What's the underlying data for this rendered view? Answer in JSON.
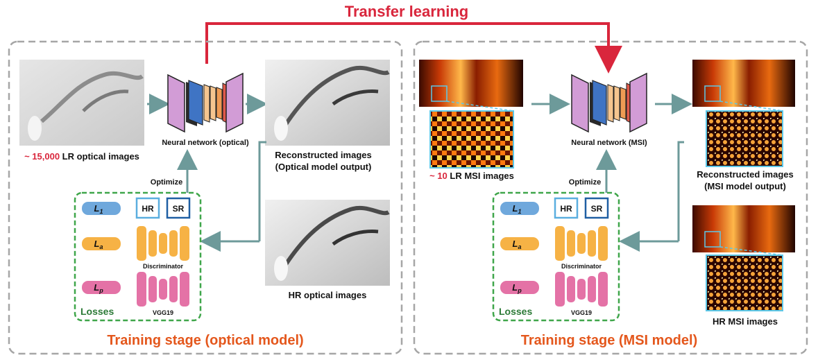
{
  "title": "Transfer learning",
  "colors": {
    "transfer": "#d9263c",
    "stage": "#e4571c",
    "arrow": "#6d9a9a",
    "losses_border": "#3fa64a",
    "losses_text": "#2c7a37",
    "count": "#d9263c",
    "l1": "#6fa8dc",
    "la": "#f6b245",
    "lp": "#e472a6",
    "hr_box": "#5aaedf",
    "sr_box": "#1f5fa3",
    "nn_outer": "#d29cd6",
    "nn_blue": "#3f74c4",
    "nn_peach": "#f5c58f",
    "nn_orange": "#ef9b54",
    "nn_red": "#e05a4b"
  },
  "optical": {
    "stage_label": "Training stage (optical model)",
    "input_count": "~ 15,000",
    "input_label": " LR optical images",
    "network_label": "Neural network (optical)",
    "recon_line1": "Reconstructed  images",
    "recon_line2": "(Optical model output)",
    "hr_label": "HR optical images",
    "optimize": "Optimize",
    "losses_title": "Losses",
    "loss_l1": "L",
    "loss_l1_sub": "1",
    "loss_la": "L",
    "loss_la_sub": "a",
    "loss_lp": "L",
    "loss_lp_sub": "p",
    "hr_box": "HR",
    "sr_box": "SR",
    "discriminator": "Discriminator",
    "vgg": "VGG19"
  },
  "msi": {
    "stage_label": "Training stage (MSI model)",
    "input_count": "~ 10",
    "input_label": " LR MSI images",
    "network_label": "Neural network (MSI)",
    "recon_line1": "Reconstructed  images",
    "recon_line2": "(MSI model output)",
    "hr_label": "HR MSI images",
    "optimize": "Optimize",
    "losses_title": "Losses",
    "loss_l1": "L",
    "loss_l1_sub": "1",
    "loss_la": "L",
    "loss_la_sub": "a",
    "loss_lp": "L",
    "loss_lp_sub": "p",
    "hr_box": "HR",
    "sr_box": "SR",
    "discriminator": "Discriminator",
    "vgg": "VGG19"
  }
}
